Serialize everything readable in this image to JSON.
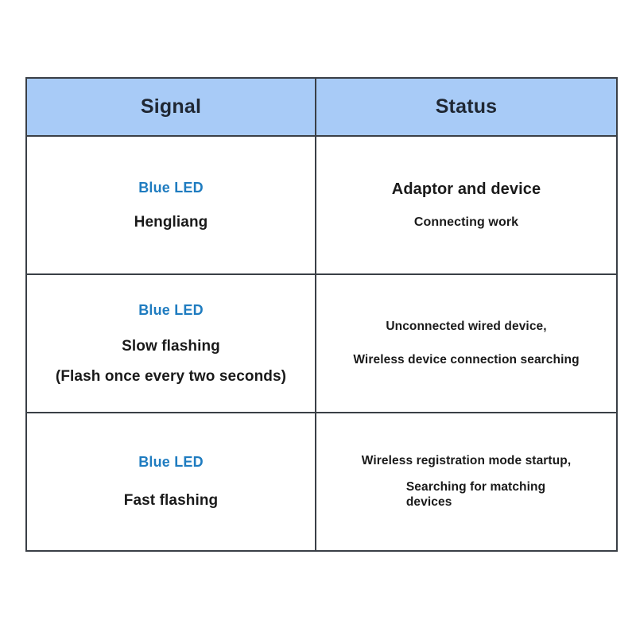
{
  "table": {
    "headers": [
      {
        "label": "Signal"
      },
      {
        "label": "Status"
      }
    ],
    "accent_header_bg": "#a8cbf7",
    "accent_led_color": "#1f7cc0",
    "border_color": "#3a3f46",
    "rows": [
      {
        "signal": {
          "led_label": "Blue LED",
          "lines": [
            "Hengliang"
          ]
        },
        "status": {
          "lines": [
            "Adaptor and device",
            "Connecting work"
          ]
        }
      },
      {
        "signal": {
          "led_label": "Blue LED",
          "lines": [
            "Slow flashing",
            "(Flash once every two seconds)"
          ]
        },
        "status": {
          "lines": [
            "Unconnected wired device,",
            "Wireless device connection searching"
          ]
        }
      },
      {
        "signal": {
          "led_label": "Blue LED",
          "lines": [
            "Fast flashing"
          ]
        },
        "status": {
          "lines": [
            "Wireless registration mode startup,",
            "Searching for matching",
            "devices"
          ]
        }
      }
    ]
  }
}
